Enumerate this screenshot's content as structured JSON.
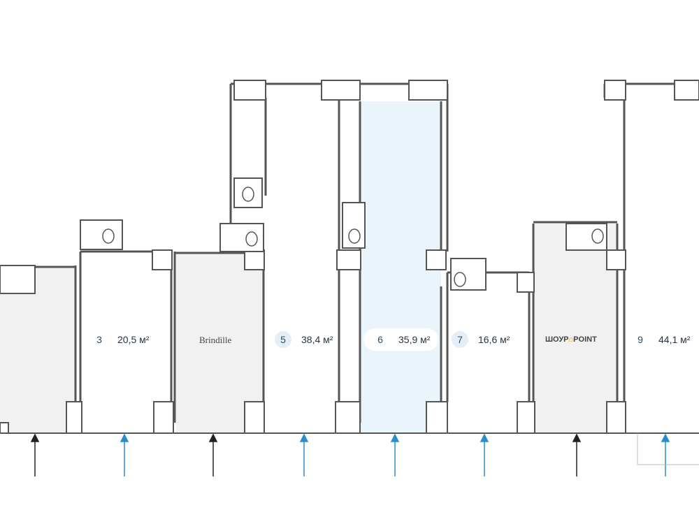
{
  "units": [
    {
      "number": "3",
      "area": "20,5 м²",
      "status": "available"
    },
    {
      "tenant": "Brindille",
      "status": "occupied"
    },
    {
      "number": "5",
      "area": "38,4 м²",
      "status": "available"
    },
    {
      "number": "6",
      "area": "35,9 м²",
      "status": "selected"
    },
    {
      "number": "7",
      "area": "16,6 м²",
      "status": "available"
    },
    {
      "tenant_left": "ШОУР",
      "tenant_icon": "⌂",
      "tenant_right": "POINT",
      "status": "occupied"
    },
    {
      "number": "9",
      "area": "44,1 м²",
      "status": "available"
    }
  ],
  "colors": {
    "occupied": "#f1f1f1",
    "selected": "#eaf4fb",
    "wall": "#555555",
    "entrance_available": "#2a8fc8",
    "entrance_occupied": "#222222"
  }
}
